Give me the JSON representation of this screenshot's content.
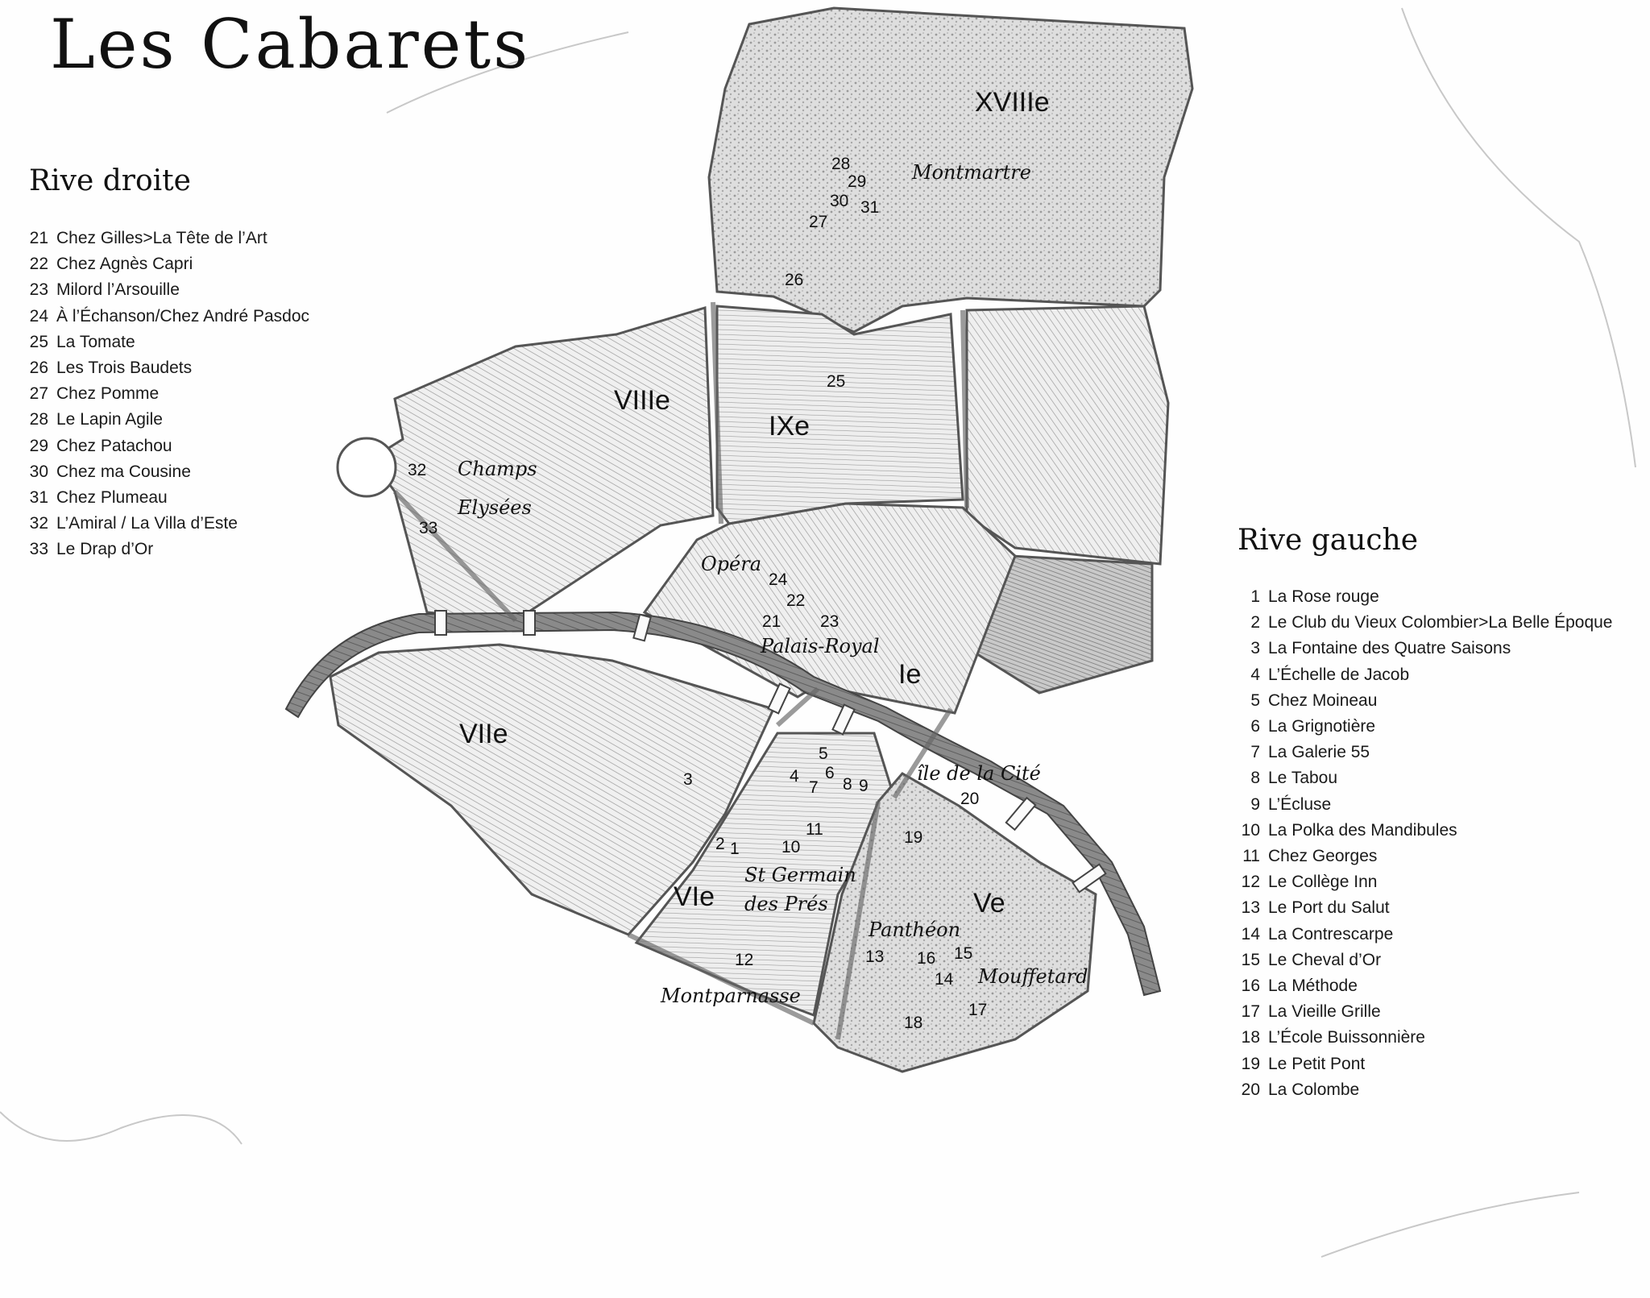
{
  "title": "Les Cabarets",
  "rive_droite": {
    "heading": "Rive droite",
    "items": [
      {
        "num": "21",
        "name": "Chez Gilles>La Tête de l’Art"
      },
      {
        "num": "22",
        "name": "Chez Agnès Capri"
      },
      {
        "num": "23",
        "name": "Milord l’Arsouille"
      },
      {
        "num": "24",
        "name": "À l’Échanson/Chez André Pasdoc"
      },
      {
        "num": "25",
        "name": "La Tomate"
      },
      {
        "num": "26",
        "name": "Les Trois Baudets"
      },
      {
        "num": "27",
        "name": "Chez Pomme"
      },
      {
        "num": "28",
        "name": "Le Lapin Agile"
      },
      {
        "num": "29",
        "name": "Chez Patachou"
      },
      {
        "num": "30",
        "name": "Chez ma Cousine"
      },
      {
        "num": "31",
        "name": "Chez Plumeau"
      },
      {
        "num": "32",
        "name": "L’Amiral / La Villa d’Este"
      },
      {
        "num": "33",
        "name": "Le Drap d’Or"
      }
    ]
  },
  "rive_gauche": {
    "heading": "Rive gauche",
    "items": [
      {
        "num": "1",
        "name": "La Rose rouge"
      },
      {
        "num": "2",
        "name": "Le Club du Vieux Colombier>La Belle Époque"
      },
      {
        "num": "3",
        "name": "La Fontaine des Quatre Saisons"
      },
      {
        "num": "4",
        "name": "L’Échelle de Jacob"
      },
      {
        "num": "5",
        "name": "Chez Moineau"
      },
      {
        "num": "6",
        "name": "La Grignotière"
      },
      {
        "num": "7",
        "name": "La Galerie 55"
      },
      {
        "num": "8",
        "name": "Le Tabou"
      },
      {
        "num": "9",
        "name": "L’Écluse"
      },
      {
        "num": "10",
        "name": "La Polka des Mandibules"
      },
      {
        "num": "11",
        "name": "Chez Georges"
      },
      {
        "num": "12",
        "name": "Le Collège Inn"
      },
      {
        "num": "13",
        "name": "Le Port du Salut"
      },
      {
        "num": "14",
        "name": "La Contrescarpe"
      },
      {
        "num": "15",
        "name": "Le Cheval d’Or"
      },
      {
        "num": "16",
        "name": "La Méthode"
      },
      {
        "num": "17",
        "name": "La Vieille Grille"
      },
      {
        "num": "18",
        "name": "L’École Buissonnière"
      },
      {
        "num": "19",
        "name": "Le Petit Pont"
      },
      {
        "num": "20",
        "name": "La Colombe"
      }
    ]
  },
  "map": {
    "arrondissements": {
      "xviii": "XVIIIe",
      "viii": "VIIIe",
      "ix": "IXe",
      "i": "Ie",
      "vii": "VIIe",
      "vi": "VIe",
      "v": "Ve"
    },
    "places": {
      "montmartre": "Montmartre",
      "champs": "Champs",
      "elysees": "Elysées",
      "opera": "Opéra",
      "palais_royal": "Palais-Royal",
      "ile_cite": "île de la Cité",
      "st_germain": "St Germain",
      "des_pres": "des Prés",
      "pantheon": "Panthéon",
      "mouffetard": "Mouffetard",
      "montparnasse": "Montparnasse"
    },
    "markers": {
      "m1": "1",
      "m2": "2",
      "m3": "3",
      "m4": "4",
      "m5": "5",
      "m6": "6",
      "m7": "7",
      "m8": "8",
      "m9": "9",
      "m10": "10",
      "m11": "11",
      "m12": "12",
      "m13": "13",
      "m14": "14",
      "m15": "15",
      "m16": "16",
      "m17": "17",
      "m18": "18",
      "m19": "19",
      "m20": "20",
      "m21": "21",
      "m22": "22",
      "m23": "23",
      "m24": "24",
      "m25": "25",
      "m26": "26",
      "m27": "27",
      "m28": "28",
      "m29": "29",
      "m30": "30",
      "m31": "31",
      "m32": "32",
      "m33": "33"
    }
  }
}
